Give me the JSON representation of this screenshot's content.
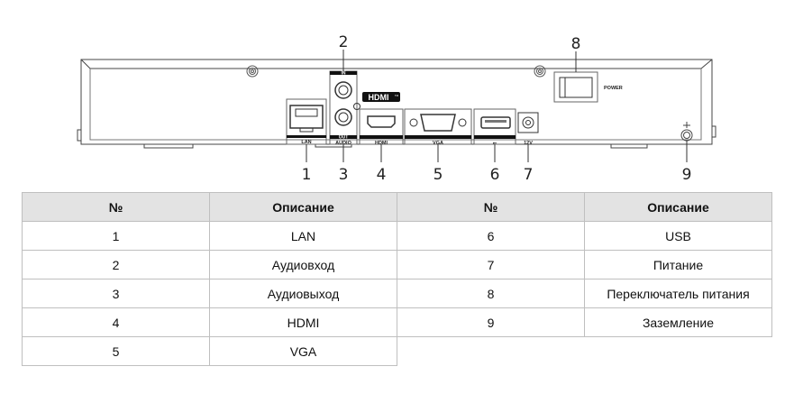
{
  "diagram": {
    "callouts": [
      "1",
      "2",
      "3",
      "4",
      "5",
      "6",
      "7",
      "8",
      "9"
    ],
    "port_labels": {
      "lan": "LAN",
      "audio_in": "IN",
      "audio_out": "OUT",
      "audio": "AUDIO",
      "hdmi": "HDMI",
      "hdmi_logo": "HDMI",
      "hdmi_tm": "TM",
      "vga": "VGA",
      "usb": "USB",
      "power_dc": "12V",
      "power_switch": "POWER"
    }
  },
  "table": {
    "headers": {
      "num": "№",
      "desc": "Описание"
    },
    "left_rows": [
      {
        "num": "1",
        "desc": "LAN"
      },
      {
        "num": "2",
        "desc": "Аудиовход"
      },
      {
        "num": "3",
        "desc": "Аудиовыход"
      },
      {
        "num": "4",
        "desc": "HDMI"
      },
      {
        "num": "5",
        "desc": "VGA"
      }
    ],
    "right_rows": [
      {
        "num": "6",
        "desc": "USB"
      },
      {
        "num": "7",
        "desc": "Питание"
      },
      {
        "num": "8",
        "desc": "Переключатель питания"
      },
      {
        "num": "9",
        "desc": "Заземление"
      }
    ]
  }
}
